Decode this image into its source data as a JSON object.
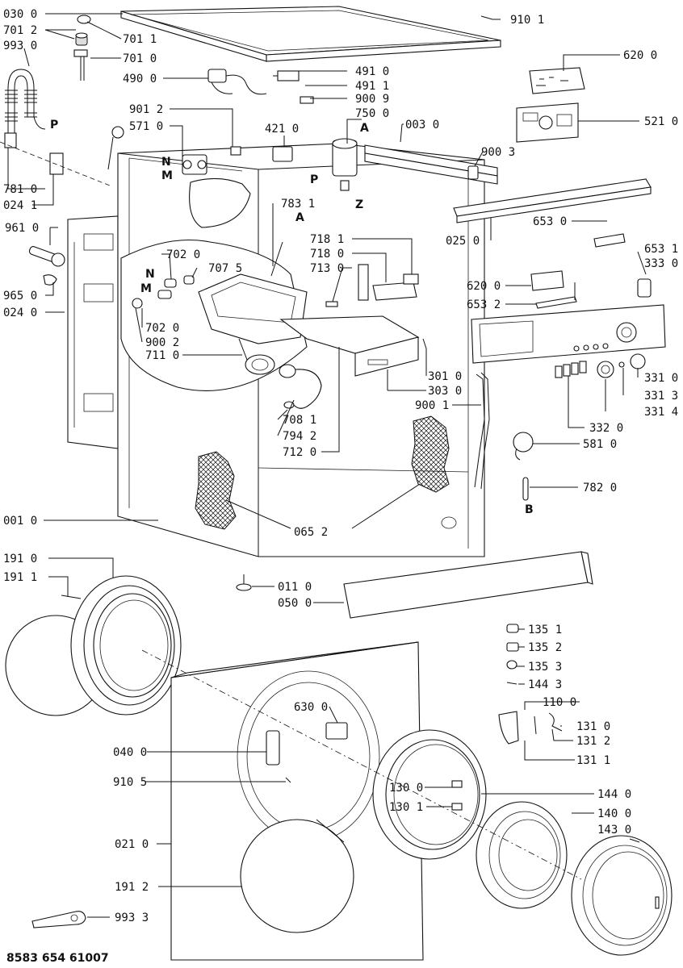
{
  "footer_code": "8583 654 61007",
  "letters": {
    "p1": "P",
    "n1": "N",
    "m1": "M",
    "a1": "A",
    "p2": "P",
    "z": "Z",
    "a2": "A",
    "n2": "N",
    "m2": "M",
    "b": "B"
  },
  "labels": [
    {
      "id": "l-0300",
      "text": "030 0"
    },
    {
      "id": "l-7012",
      "text": "701 2"
    },
    {
      "id": "l-9930",
      "text": "993 0"
    },
    {
      "id": "l-7011",
      "text": "701 1"
    },
    {
      "id": "l-7010",
      "text": "701 0"
    },
    {
      "id": "l-4900",
      "text": "490 0"
    },
    {
      "id": "l-9101",
      "text": "910 1"
    },
    {
      "id": "l-6200a",
      "text": "620 0"
    },
    {
      "id": "l-4910",
      "text": "491 0"
    },
    {
      "id": "l-4911",
      "text": "491 1"
    },
    {
      "id": "l-9009",
      "text": "900 9"
    },
    {
      "id": "l-7500",
      "text": "750 0"
    },
    {
      "id": "l-9012",
      "text": "901 2"
    },
    {
      "id": "l-5710",
      "text": "571 0"
    },
    {
      "id": "l-4210",
      "text": "421 0"
    },
    {
      "id": "l-0030",
      "text": "003 0"
    },
    {
      "id": "l-5210",
      "text": "521 0"
    },
    {
      "id": "l-9003",
      "text": "900 3"
    },
    {
      "id": "l-7810",
      "text": "781 0"
    },
    {
      "id": "l-0241",
      "text": "024 1"
    },
    {
      "id": "l-7831",
      "text": "783 1"
    },
    {
      "id": "l-0250",
      "text": "025 0"
    },
    {
      "id": "l-6530",
      "text": "653 0"
    },
    {
      "id": "l-9610",
      "text": "961 0"
    },
    {
      "id": "l-7181",
      "text": "718 1"
    },
    {
      "id": "l-7180",
      "text": "718 0"
    },
    {
      "id": "l-7130",
      "text": "713 0"
    },
    {
      "id": "l-7020a",
      "text": "702 0"
    },
    {
      "id": "l-7075",
      "text": "707 5"
    },
    {
      "id": "l-6531",
      "text": "653 1"
    },
    {
      "id": "l-3330",
      "text": "333 0"
    },
    {
      "id": "l-6200b",
      "text": "620 0"
    },
    {
      "id": "l-6532",
      "text": "653 2"
    },
    {
      "id": "l-9650",
      "text": "965 0"
    },
    {
      "id": "l-0240",
      "text": "024 0"
    },
    {
      "id": "l-7020b",
      "text": "702 0"
    },
    {
      "id": "l-9002",
      "text": "900 2"
    },
    {
      "id": "l-7110",
      "text": "711 0"
    },
    {
      "id": "l-3010",
      "text": "301 0"
    },
    {
      "id": "l-3030",
      "text": "303 0"
    },
    {
      "id": "l-9001",
      "text": "900 1"
    },
    {
      "id": "l-3310",
      "text": "331 0"
    },
    {
      "id": "l-3313",
      "text": "331 3"
    },
    {
      "id": "l-3314",
      "text": "331 4"
    },
    {
      "id": "l-7081",
      "text": "708 1"
    },
    {
      "id": "l-7942",
      "text": "794 2"
    },
    {
      "id": "l-7120",
      "text": "712 0"
    },
    {
      "id": "l-3320",
      "text": "332 0"
    },
    {
      "id": "l-5810",
      "text": "581 0"
    },
    {
      "id": "l-7820",
      "text": "782 0"
    },
    {
      "id": "l-0010",
      "text": "001 0"
    },
    {
      "id": "l-0652",
      "text": "065 2"
    },
    {
      "id": "l-1910",
      "text": "191 0"
    },
    {
      "id": "l-1911",
      "text": "191 1"
    },
    {
      "id": "l-0110",
      "text": "011 0"
    },
    {
      "id": "l-0500",
      "text": "050 0"
    },
    {
      "id": "l-1351",
      "text": "135 1"
    },
    {
      "id": "l-1352",
      "text": "135 2"
    },
    {
      "id": "l-1353",
      "text": "135 3"
    },
    {
      "id": "l-1443",
      "text": "144 3"
    },
    {
      "id": "l-1100",
      "text": "110 0"
    },
    {
      "id": "l-6300",
      "text": "630 0"
    },
    {
      "id": "l-1310",
      "text": "131 0"
    },
    {
      "id": "l-1312",
      "text": "131 2"
    },
    {
      "id": "l-1311",
      "text": "131 1"
    },
    {
      "id": "l-0400",
      "text": "040 0"
    },
    {
      "id": "l-9105",
      "text": "910 5"
    },
    {
      "id": "l-1300",
      "text": "130 0"
    },
    {
      "id": "l-1301",
      "text": "130 1"
    },
    {
      "id": "l-1440",
      "text": "144 0"
    },
    {
      "id": "l-1400",
      "text": "140 0"
    },
    {
      "id": "l-1430",
      "text": "143 0"
    },
    {
      "id": "l-0210",
      "text": "021 0"
    },
    {
      "id": "l-1912",
      "text": "191 2"
    },
    {
      "id": "l-9933",
      "text": "993 3"
    }
  ]
}
